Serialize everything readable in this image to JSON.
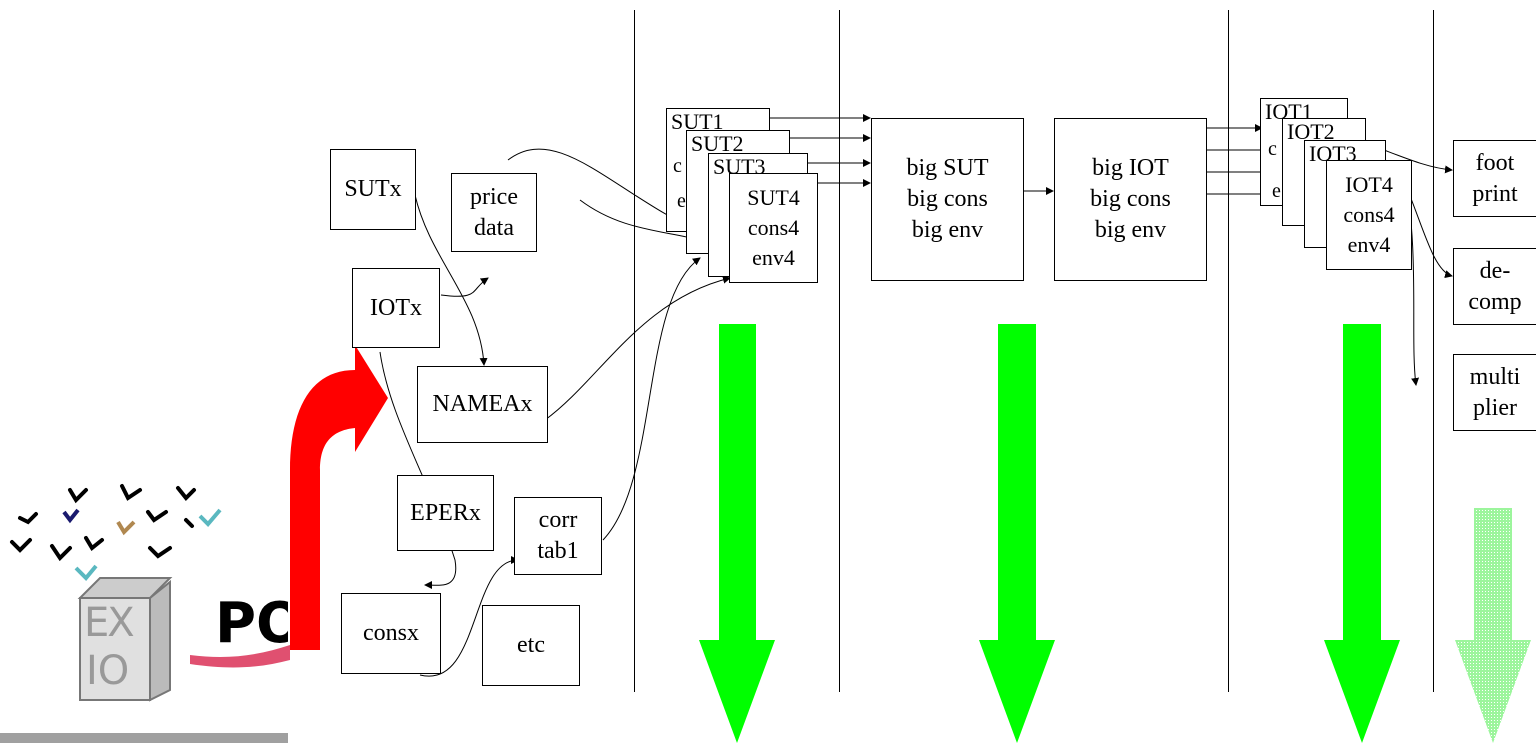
{
  "boxes": {
    "sutx": "SUTx",
    "iotx": "IOTx",
    "price_data": [
      "price",
      "data"
    ],
    "nameax": "NAMEAx",
    "eperx": "EPERx",
    "corr_tab": [
      "corr",
      "tab1"
    ],
    "consx": "consx",
    "etc": "etc"
  },
  "sut_stack": {
    "cards": [
      "SUT1",
      "SUT2",
      "SUT3"
    ],
    "peek": [
      "c",
      "e"
    ],
    "front": [
      "SUT4",
      "cons4",
      "env4"
    ]
  },
  "big_sut": [
    "big SUT",
    "big cons",
    "big env"
  ],
  "big_iot": [
    "big IOT",
    "big cons",
    "big env"
  ],
  "iot_stack": {
    "cards": [
      "IOT1",
      "IOT2",
      "IOT3"
    ],
    "peek": [
      "c",
      "e"
    ],
    "front": [
      "IOT4",
      "cons4",
      "env4"
    ]
  },
  "outputs": {
    "footprint": [
      "foot",
      "print"
    ],
    "decomp": [
      "de-",
      "comp"
    ],
    "multiplier": [
      "multi",
      "plier"
    ]
  },
  "logo": {
    "word": "PO",
    "block_letters": [
      "EX",
      "IO"
    ]
  },
  "colors": {
    "flow_arrow": "#00ff00",
    "flow_arrow_light": "#80ff80",
    "curved_arrow": "#ff0000",
    "logo_tail": "#e05070",
    "logo_bar": "#a0a0a0"
  }
}
